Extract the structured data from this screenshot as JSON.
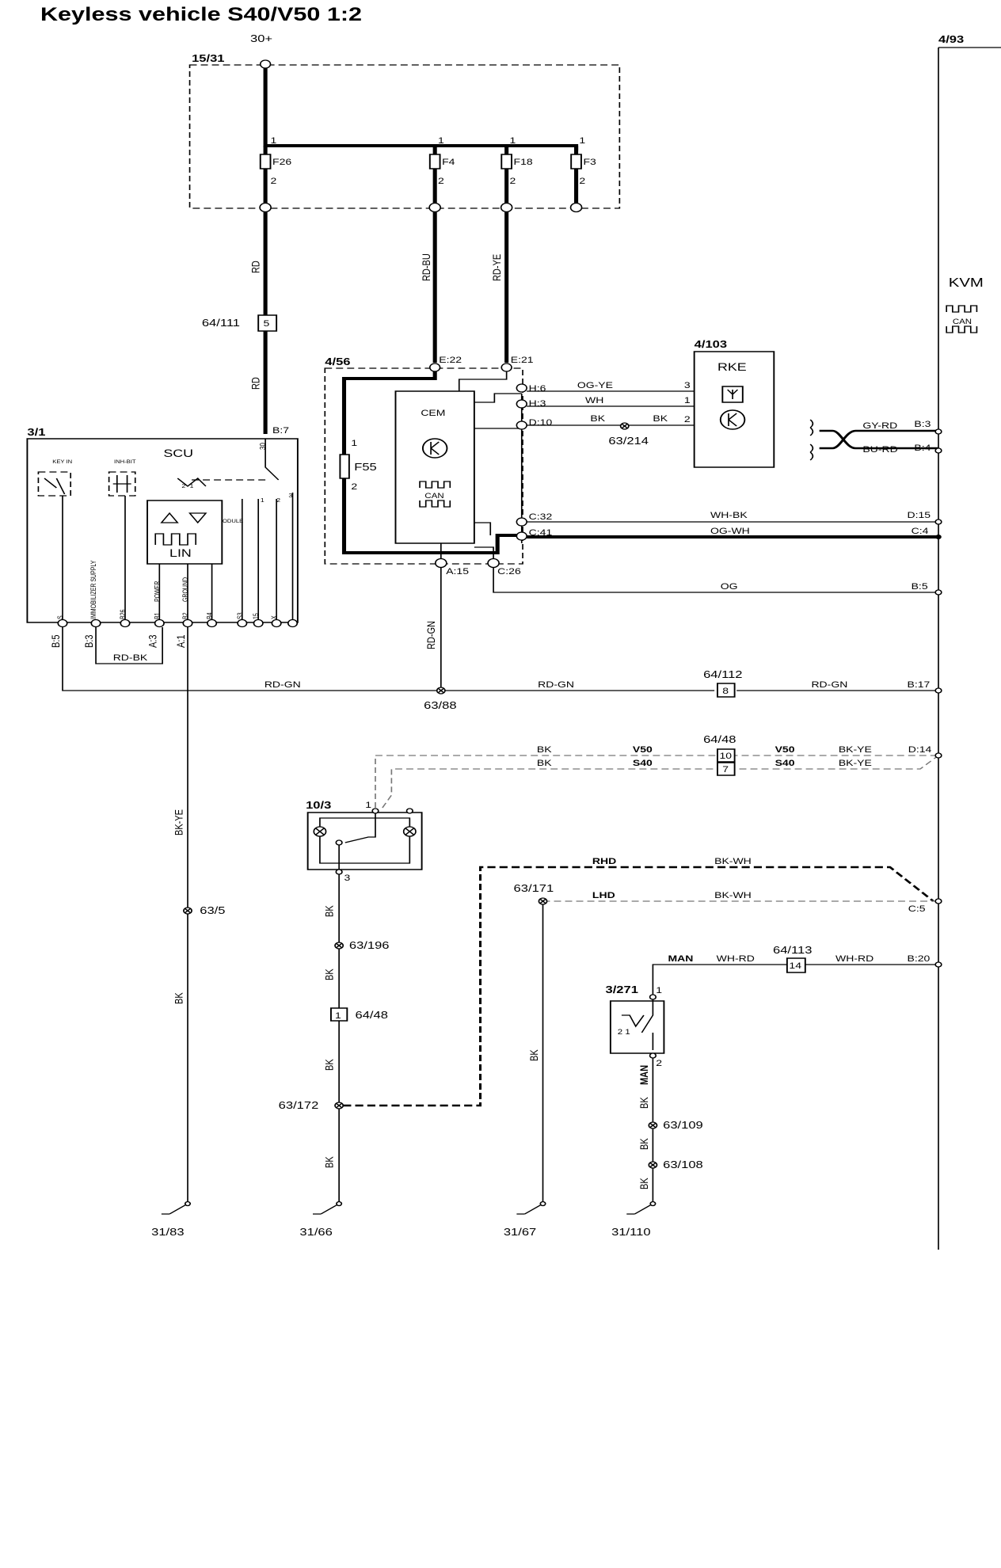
{
  "title": "Keyless vehicle S40/V50 1:2",
  "supply": "30+",
  "page_ref": "4/93",
  "kvm": {
    "label": "KVM",
    "can": "CAN"
  },
  "fuse_box": {
    "ref": "15/31",
    "fuses": [
      "F26",
      "F4",
      "F18",
      "F3"
    ],
    "pin1": "1",
    "pin2": "2"
  },
  "wires": {
    "rd": "RD",
    "rd_bu": "RD-BU",
    "rd_ye": "RD-YE",
    "og_ye": "OG-YE",
    "wh": "WH",
    "bk": "BK",
    "gy_rd": "GY-RD",
    "bu_rd": "BU-RD",
    "wh_bk": "WH-BK",
    "og_wh": "OG-WH",
    "og": "OG",
    "rd_gn": "RD-GN",
    "rd_bk": "RD-BK",
    "bk_ye": "BK-YE",
    "bk_wh": "BK-WH",
    "wh_rd": "WH-RD"
  },
  "connectors": {
    "c64_111": "64/111",
    "c64_111_pin": "5",
    "c64_112": "64/112",
    "c64_112_pin": "8",
    "c64_48": "64/48",
    "c64_48_pin10": "10",
    "c64_48_pin7": "7",
    "c64_48_pin1": "1",
    "c64_113": "64/113",
    "c64_113_pin": "14"
  },
  "splices": {
    "s63_214": "63/214",
    "s63_88": "63/88",
    "s63_5": "63/5",
    "s63_196": "63/196",
    "s63_172": "63/172",
    "s63_171": "63/171",
    "s63_109": "63/109",
    "s63_108": "63/108"
  },
  "cem": {
    "ref": "4/56",
    "label": "CEM",
    "can": "CAN",
    "fuse": "F55",
    "fuse_pin1": "1",
    "fuse_pin2": "2",
    "pins": {
      "e22": "E:22",
      "e21": "E:21",
      "h6": "H:6",
      "h3": "H:3",
      "d10": "D:10",
      "c32": "C:32",
      "c41": "C:41",
      "a15": "A:15",
      "c26": "C:26"
    }
  },
  "rke": {
    "ref": "4/103",
    "label": "RKE",
    "p3": "3",
    "p1": "1",
    "p2": "2"
  },
  "scu": {
    "ref": "3/1",
    "label": "SCU",
    "b7": "B:7",
    "p30": "30",
    "inner": {
      "key_in": "KEY IN",
      "inh_bit": "INH-BIT",
      "prts_module": "PRTS MODULE",
      "lin": "LIN",
      "pins_small": [
        "2",
        "1",
        "1",
        "2",
        "3"
      ]
    },
    "bottom_labels": [
      "S",
      "IMMOBILIZER SUPPLY",
      "B26",
      "B1",
      "B2",
      "B4",
      "S3",
      "15",
      "X"
    ],
    "power": "POWER",
    "ground": "GROUND",
    "pins": {
      "b5": "B:5",
      "b3": "B:3",
      "a3": "A:3",
      "a1": "A:1"
    }
  },
  "kvm_pins": {
    "b3": "B:3",
    "b4": "B:4",
    "d15": "D:15",
    "c4": "C:4",
    "b5": "B:5",
    "b17": "B:17",
    "d14": "D:14",
    "c5": "C:5",
    "b20": "B:20"
  },
  "variants": {
    "v50": "V50",
    "s40": "S40",
    "rhd": "RHD",
    "lhd": "LHD",
    "man": "MAN"
  },
  "switch_10_3": {
    "ref": "10/3",
    "pin1": "1",
    "pin3": "3"
  },
  "switch_3_271": {
    "ref": "3/271",
    "pin1": "1",
    "pin2": "2",
    "inner_21": "2 1"
  },
  "grounds": [
    "31/83",
    "31/66",
    "31/67",
    "31/110"
  ]
}
